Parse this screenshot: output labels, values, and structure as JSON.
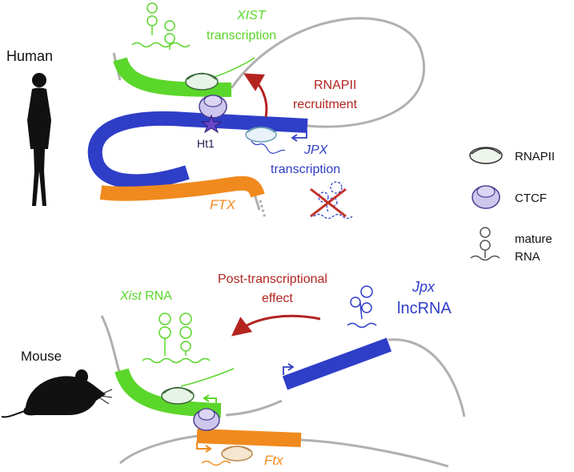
{
  "colors": {
    "green": "#5bd62a",
    "blue": "#2f3ec7",
    "orange": "#f08a1e",
    "red": "#b3241f",
    "gray": "#b0b0b0",
    "ctcf_fill": "#cfc6ee",
    "rnapii_fill": "#e6f3e6"
  },
  "human": {
    "species_label": "Human",
    "xist_gene": "XIST",
    "xist_transcription": "transcription",
    "rnapii_recruit_line1": "RNAPII",
    "rnapii_recruit_line2": "recruitment",
    "ht1_label": "Ht1",
    "jpx_gene": "JPX",
    "jpx_transcription": "transcription",
    "ftx_label": "FTX"
  },
  "legend": {
    "rnapii": "RNAPII",
    "ctcf": "CTCF",
    "mature_rna_line1": "mature",
    "mature_rna_line2": "RNA"
  },
  "mouse": {
    "species_label": "Mouse",
    "post_line1": "Post-transcriptional",
    "post_line2": "effect",
    "xist_gene": "Xist",
    "xist_rna_suffix": "RNA",
    "jpx_gene": "Jpx",
    "jpx_lncrna": "lncRNA",
    "ftx_label": "Ftx"
  },
  "icons": [
    "human-silhouette-icon",
    "mouse-silhouette-icon",
    "rnapii-icon",
    "ctcf-icon",
    "mature-rna-icon",
    "ht1-star-icon",
    "cross-icon"
  ]
}
